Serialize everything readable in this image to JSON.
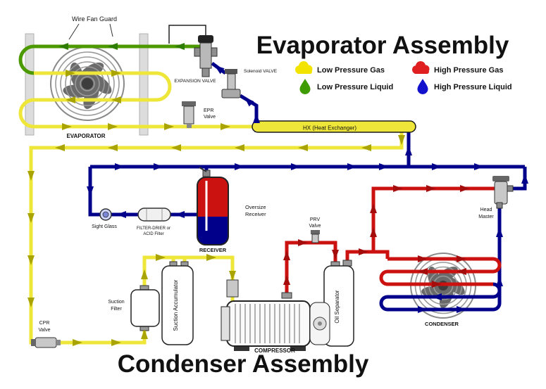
{
  "titles": {
    "evaporator_assembly": "Evaporator Assembly",
    "condenser_assembly": "Condenser Assembly"
  },
  "legend": {
    "items": [
      {
        "label": "Low Pressure Gas",
        "icon": "cloud-icon",
        "icon_color": "#F2E400",
        "text_color": "#D40000"
      },
      {
        "label": "High Pressure Gas",
        "icon": "cloud-icon",
        "icon_color": "#E02020",
        "text_color": "#D40000"
      },
      {
        "label": "Low Pressure Liquid",
        "icon": "droplet-icon",
        "icon_color": "#3E9B00",
        "text_color": "#1F8A00"
      },
      {
        "label": "High Pressure Liquid",
        "icon": "droplet-icon",
        "icon_color": "#1212CC",
        "text_color": "#0000CC"
      }
    ]
  },
  "labels": {
    "wire_fan_guard": "Wire Fan Guard",
    "evaporator": "EVAPORATOR",
    "expansion_valve": "EXPANSION VALVE",
    "solenoid_valve": "Solenoid VALVE",
    "epr_valve": [
      "EPR",
      "Valve"
    ],
    "hx": "HX (Heat Exchanger)",
    "sight_glass": "Sight Glass",
    "filter_drier": [
      "FILTER-DRIER or",
      "ACID Filter"
    ],
    "receiver": "RECEIVER",
    "oversize_receiver": [
      "Oversize",
      "Receiver"
    ],
    "prv_valve": [
      "PRV",
      "Valve"
    ],
    "oil_separator": "Oil Separator",
    "compressor": "COMPRESSOR",
    "suction_filter": [
      "Suction",
      "Filter"
    ],
    "suction_accumulator": "Suction Accumulator",
    "cpr_valve": [
      "CPR",
      "Valve"
    ],
    "condenser": "CONDENSER",
    "head_master": [
      "Head",
      "Master"
    ]
  },
  "colors": {
    "low_pressure_gas": "#EFE63A",
    "low_pressure_liquid": "#4C9A00",
    "high_pressure_gas": "#CC1111",
    "high_pressure_liquid": "#00008B"
  },
  "arrow_colors": {
    "low_pressure_gas": "#A9A400",
    "low_pressure_liquid": "#2E7D00",
    "high_pressure_gas": "#A50D0D",
    "high_pressure_liquid": "#00008B"
  }
}
